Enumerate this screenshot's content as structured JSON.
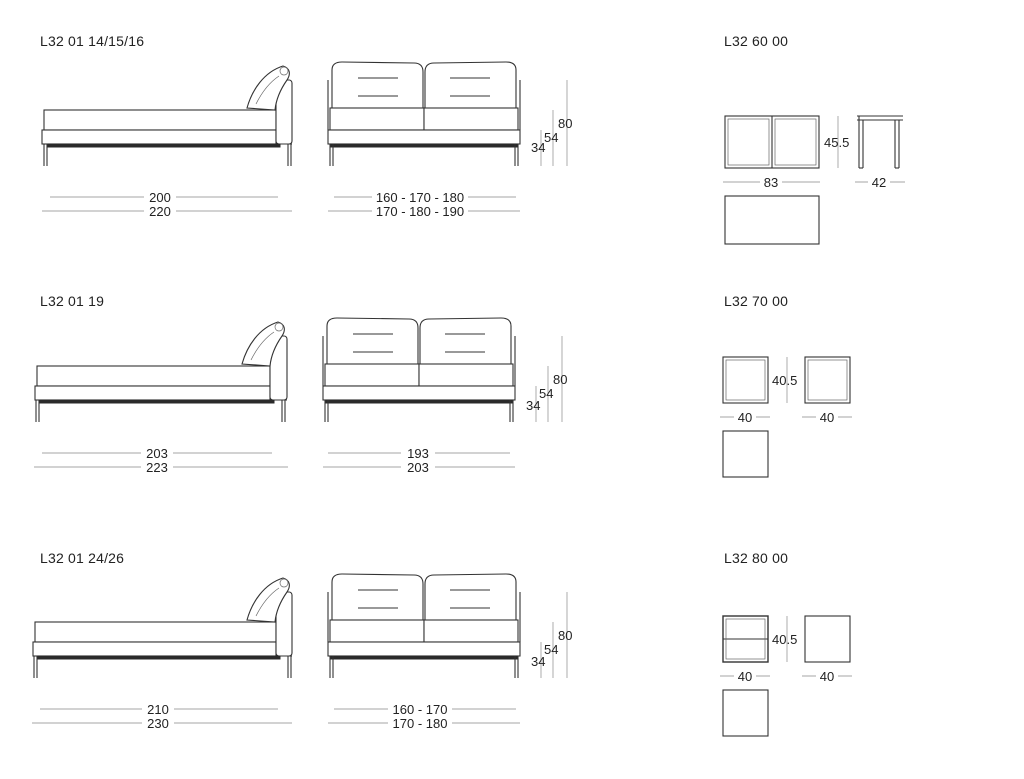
{
  "sections": [
    {
      "code": "L32 01 14/15/16",
      "chaise_widths": [
        "200",
        "220"
      ],
      "sofa_widths": [
        "160 - 170 - 180",
        "170 - 180 - 190"
      ],
      "heights": [
        "34",
        "54",
        "80"
      ]
    },
    {
      "code": "L32 01 19",
      "chaise_widths": [
        "203",
        "223"
      ],
      "sofa_widths": [
        "193",
        "203"
      ],
      "heights": [
        "34",
        "54",
        "80"
      ]
    },
    {
      "code": "L32 01 24/26",
      "chaise_widths": [
        "210",
        "230"
      ],
      "sofa_widths": [
        "160 - 170",
        "170 - 180"
      ],
      "heights": [
        "34",
        "54",
        "80"
      ]
    }
  ],
  "tables": [
    {
      "code": "L32 60 00",
      "height": "45.5",
      "front_width": "83",
      "side_width": "42"
    },
    {
      "code": "L32 70 00",
      "height": "40.5",
      "front_width": "40",
      "side_width": "40"
    },
    {
      "code": "L32 80 00",
      "height": "40.5",
      "front_width": "40",
      "side_width": "40"
    }
  ]
}
